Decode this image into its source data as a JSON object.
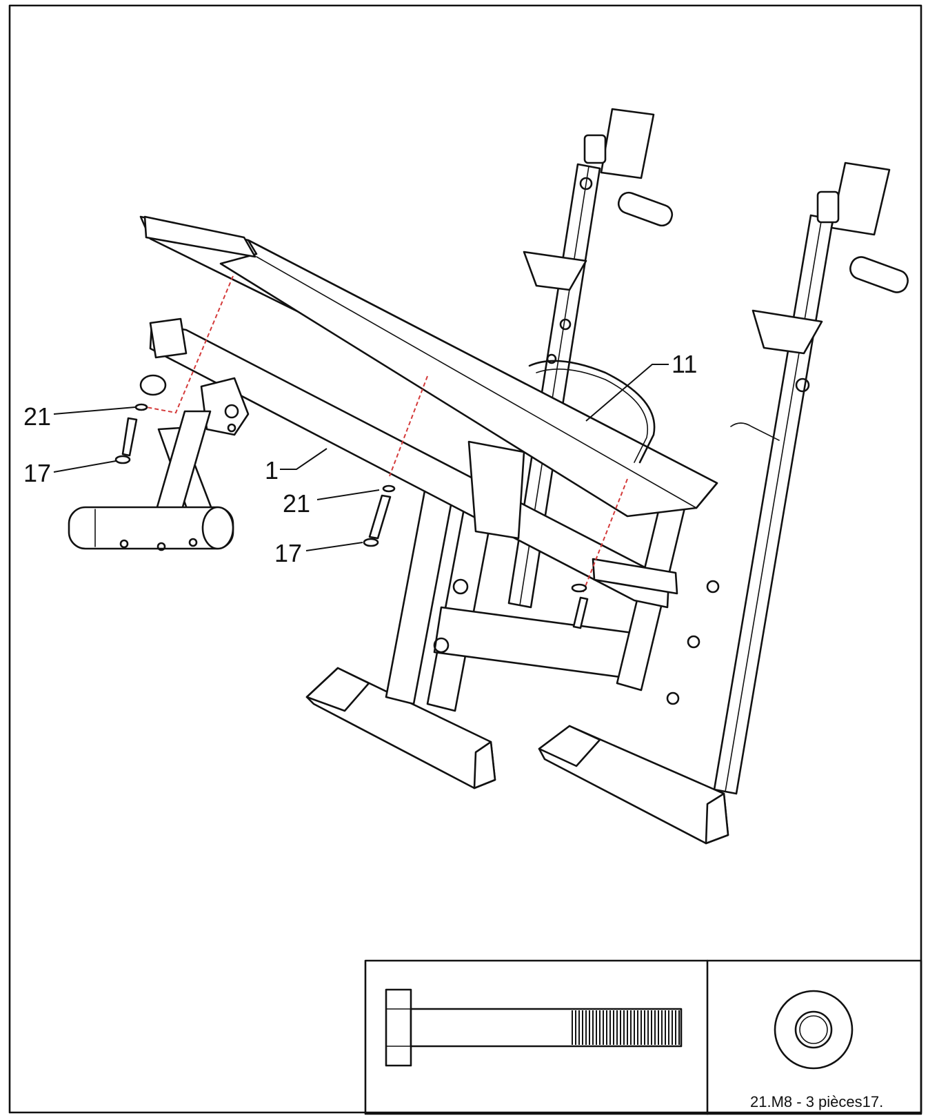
{
  "callouts": {
    "washer_left": "21",
    "bolt_left": "17",
    "frame_label": "1",
    "washer_mid": "21",
    "bolt_mid": "17",
    "pad_label": "11"
  },
  "hardware_caption": "21.M8  -  3 pièces17."
}
